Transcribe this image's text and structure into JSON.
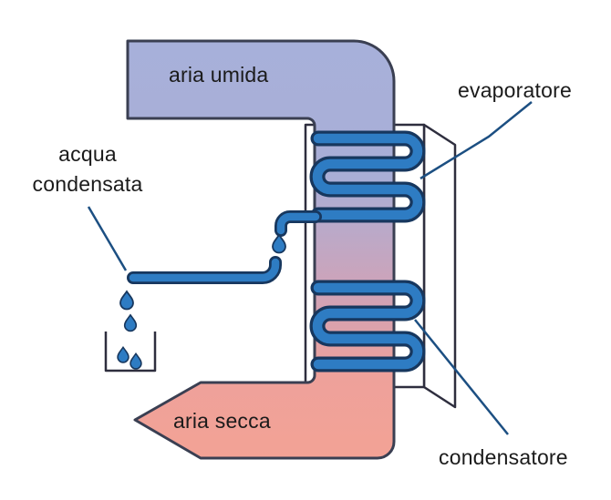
{
  "diagram": {
    "labels": {
      "humid_air": "aria umida",
      "evaporator": "evaporatore",
      "condensed_water_line1": "acqua",
      "condensed_water_line2": "condensata",
      "dry_air": "aria secca",
      "condenser": "condensatore"
    },
    "colors": {
      "humid-air": "#a7b0da",
      "duct-mid1": "#a9aed6",
      "duct-mid2": "#cfa3b8",
      "duct-mid3": "#eea19b",
      "dry-air": "#f3a295",
      "outline": "#3a3f52",
      "box-outline": "#2e2e3e",
      "coil-fill": "#2e7cc3",
      "coil-outline": "#17375e",
      "leader": "#1c4f82",
      "text": "#1b1b1b",
      "background": "#ffffff"
    }
  }
}
